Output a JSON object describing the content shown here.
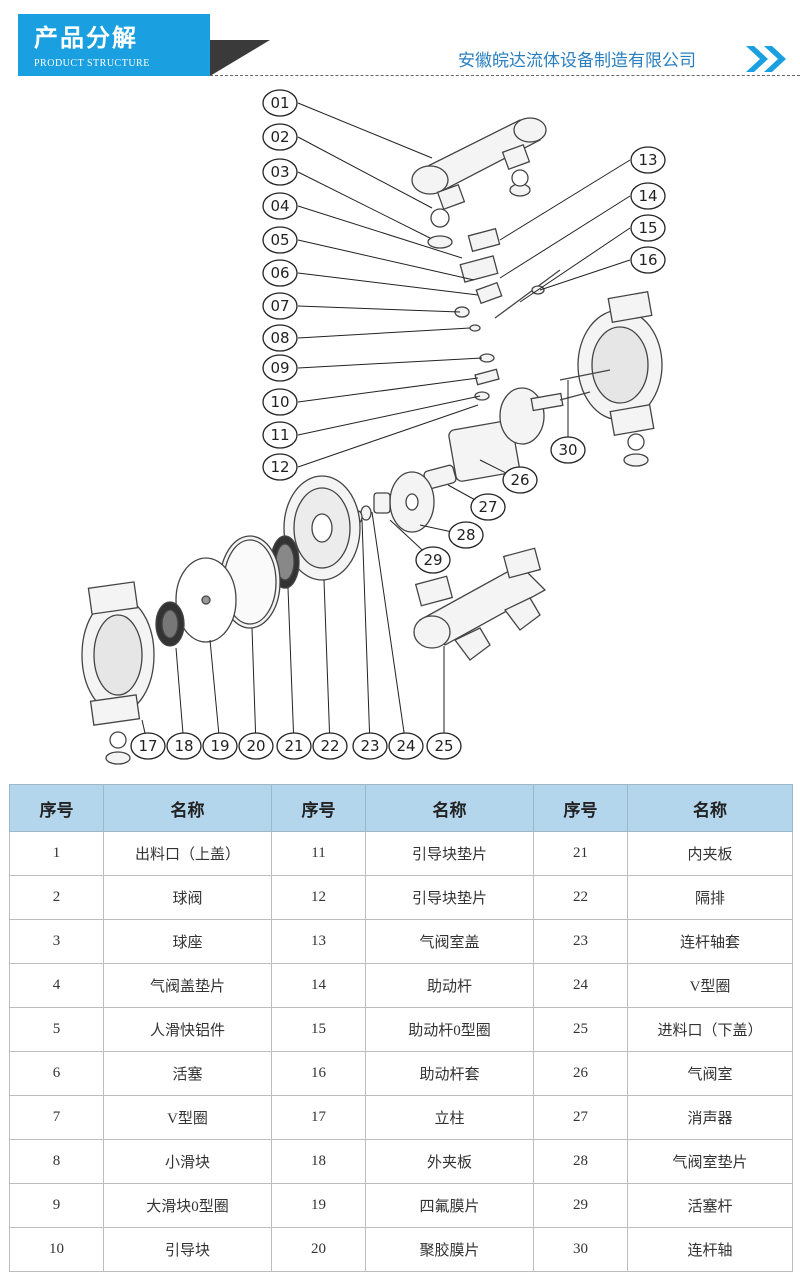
{
  "header": {
    "title": "产品分解",
    "subtitle": "PRODUCT STRUCTURE",
    "company": "安徽皖达流体设备制造有限公司",
    "arrows_icon": "double-chevron-right-icon",
    "accent_color": "#1aa0e0"
  },
  "diagram": {
    "callouts": [
      "01",
      "02",
      "03",
      "04",
      "05",
      "06",
      "07",
      "08",
      "09",
      "10",
      "11",
      "12",
      "13",
      "14",
      "15",
      "16",
      "17",
      "18",
      "19",
      "20",
      "21",
      "22",
      "23",
      "24",
      "25",
      "26",
      "27",
      "28",
      "29",
      "30"
    ]
  },
  "table": {
    "headers": [
      "序号",
      "名称",
      "序号",
      "名称",
      "序号",
      "名称"
    ],
    "rows": [
      [
        "1",
        "出料口（上盖）",
        "11",
        "引导块垫片",
        "21",
        "内夹板"
      ],
      [
        "2",
        "球阀",
        "12",
        "引导块垫片",
        "22",
        "隔排"
      ],
      [
        "3",
        "球座",
        "13",
        "气阀室盖",
        "23",
        "连杆轴套"
      ],
      [
        "4",
        "气阀盖垫片",
        "14",
        "助动杆",
        "24",
        "V型圈"
      ],
      [
        "5",
        "人滑快铝件",
        "15",
        "助动杆0型圈",
        "25",
        "进料口（下盖）"
      ],
      [
        "6",
        "活塞",
        "16",
        "助动杆套",
        "26",
        "气阀室"
      ],
      [
        "7",
        "V型圈",
        "17",
        "立柱",
        "27",
        "消声器"
      ],
      [
        "8",
        "小滑块",
        "18",
        "外夹板",
        "28",
        "气阀室垫片"
      ],
      [
        "9",
        "大滑块0型圈",
        "19",
        "四氟膜片",
        "29",
        "活塞杆"
      ],
      [
        "10",
        "引导块",
        "20",
        "聚胶膜片",
        "30",
        "连杆轴"
      ]
    ]
  }
}
